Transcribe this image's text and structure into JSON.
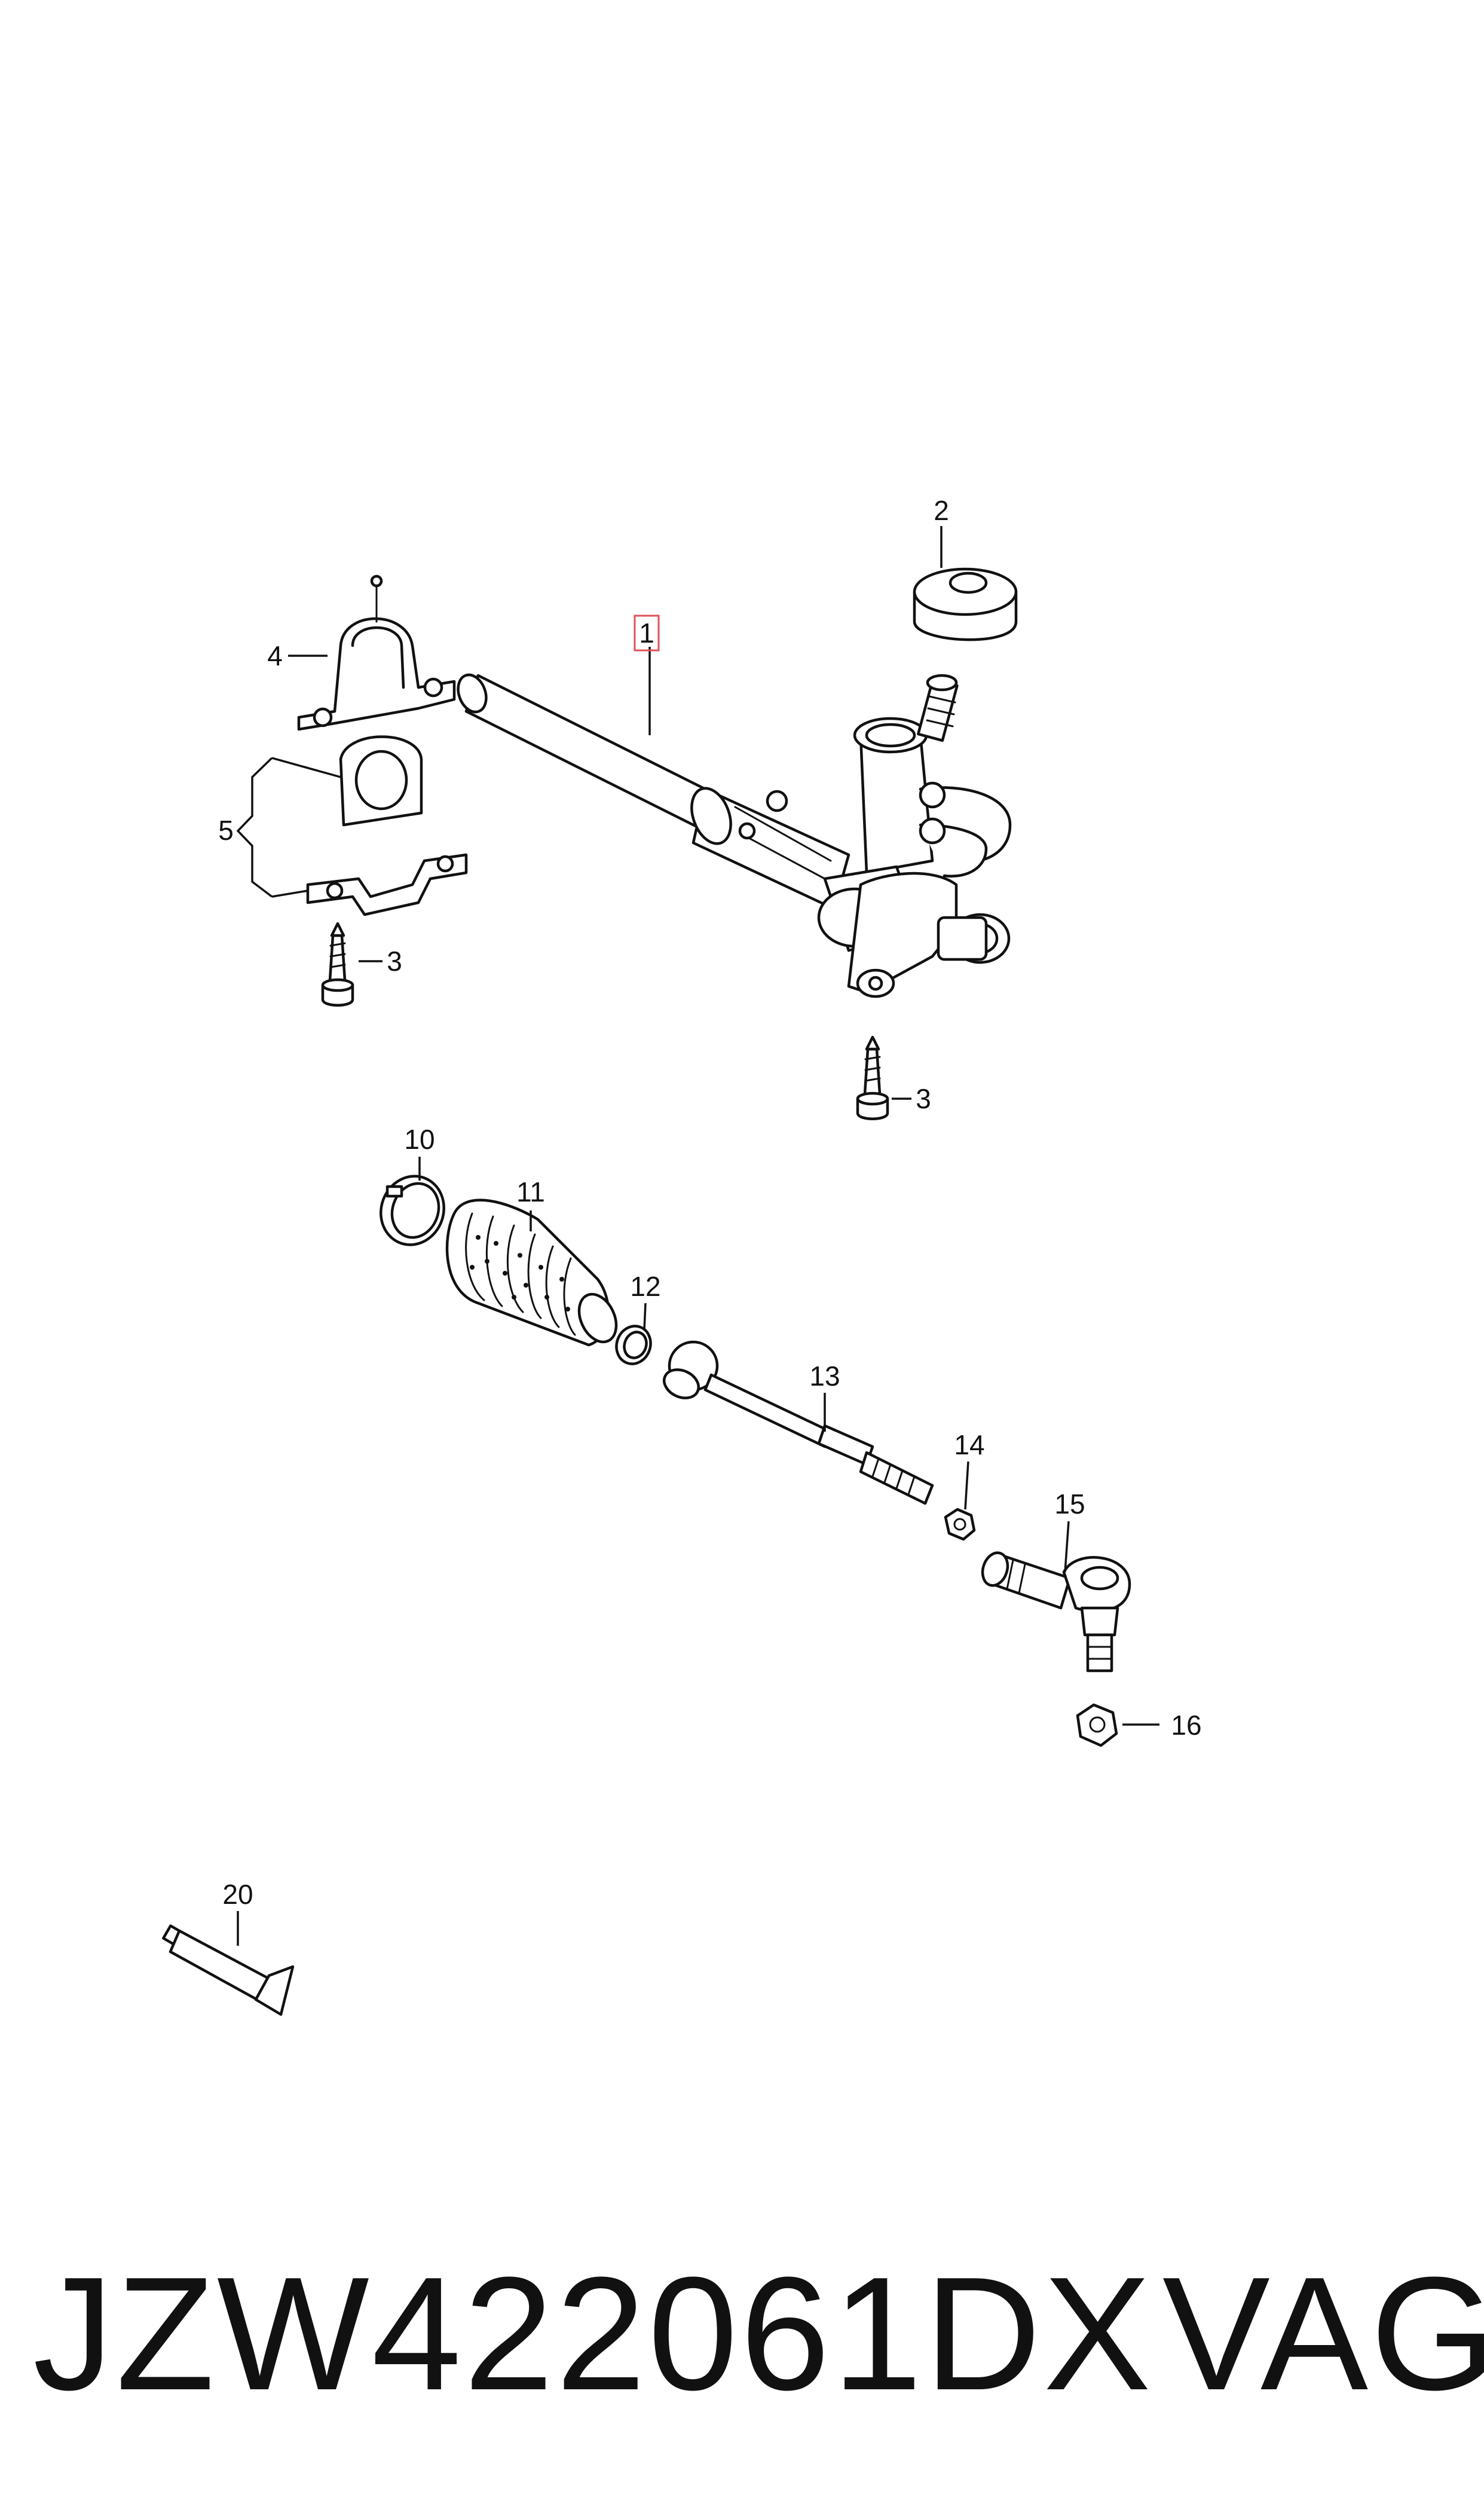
{
  "callouts": {
    "c1": "1",
    "c2": "2",
    "c3a": "3",
    "c3b": "3",
    "c4": "4",
    "c5": "5",
    "c10": "10",
    "c11": "11",
    "c12": "12",
    "c13": "13",
    "c14": "14",
    "c15": "15",
    "c16": "16",
    "c20": "20"
  },
  "footer": {
    "part_number": "JZW422061DX",
    "brand": "VAG"
  },
  "colors": {
    "line": "#111111",
    "highlight_box": "#e0505a",
    "background": "#ffffff"
  }
}
